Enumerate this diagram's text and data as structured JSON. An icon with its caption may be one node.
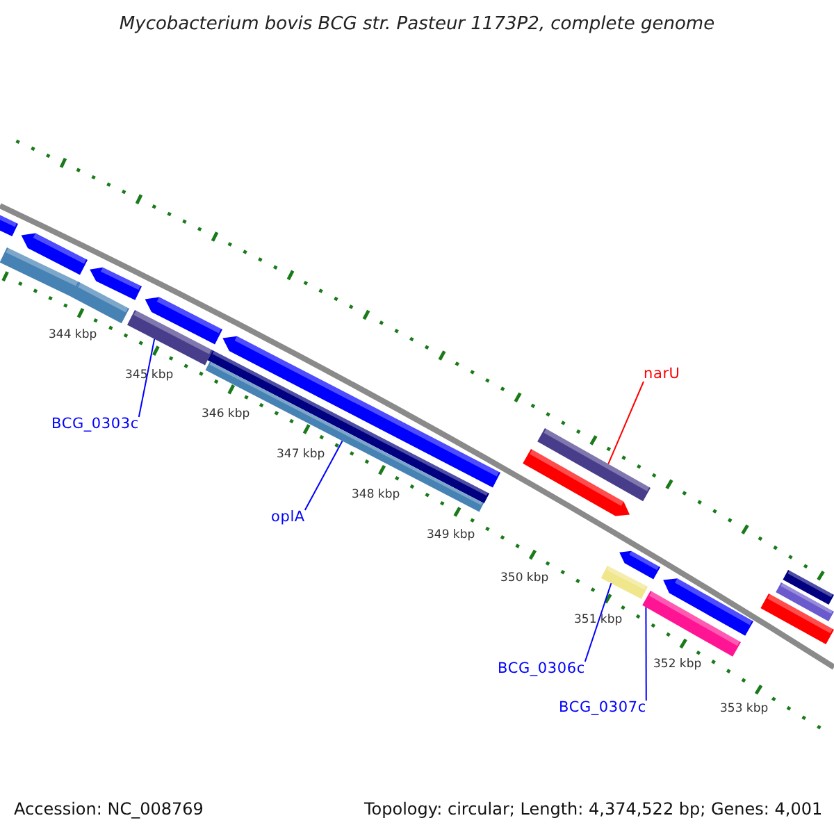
{
  "diagram": {
    "title": "Mycobacterium bovis BCG str. Pasteur 1173P2, complete genome",
    "nodes": [
      {
        "text": [
          "BCG_0303c"
        ]
      },
      {
        "text": [],
        "shape": "bar"
      },
      {
        "text": [
          "oplA"
        ]
      },
      {
        "text": [],
        "shape": "bar"
      },
      {
        "text": [
          "narU"
        ]
      },
      {
        "text": [],
        "shape": "bar"
      },
      {
        "text": [
          "BCG_0306c"
        ]
      },
      {
        "text": [],
        "shape": "bar"
      },
      {
        "text": [
          "BCG_0307c"
        ]
      },
      {
        "text": [],
        "shape": "bar"
      }
    ],
    "edges": [
      {
        "from": 0,
        "to": 1,
        "arrow": "none"
      },
      {
        "from": 2,
        "to": 3,
        "arrow": "none"
      },
      {
        "from": 4,
        "to": 5,
        "arrow": "none",
        "color": "#ff0000"
      },
      {
        "from": 6,
        "to": 7,
        "arrow": "none"
      },
      {
        "from": 8,
        "to": 9,
        "arrow": "none"
      }
    ],
    "labels": [
      "344 kbp",
      "345 kbp",
      "346 kbp",
      "347 kbp",
      "348 kbp",
      "349 kbp",
      "350 kbp",
      "351 kbp",
      "352 kbp",
      "353 kbp",
      "Accession: NC_008769",
      "Topology: circular; Length: 4,374,522 bp; Genes: 4,001"
    ]
  }
}
